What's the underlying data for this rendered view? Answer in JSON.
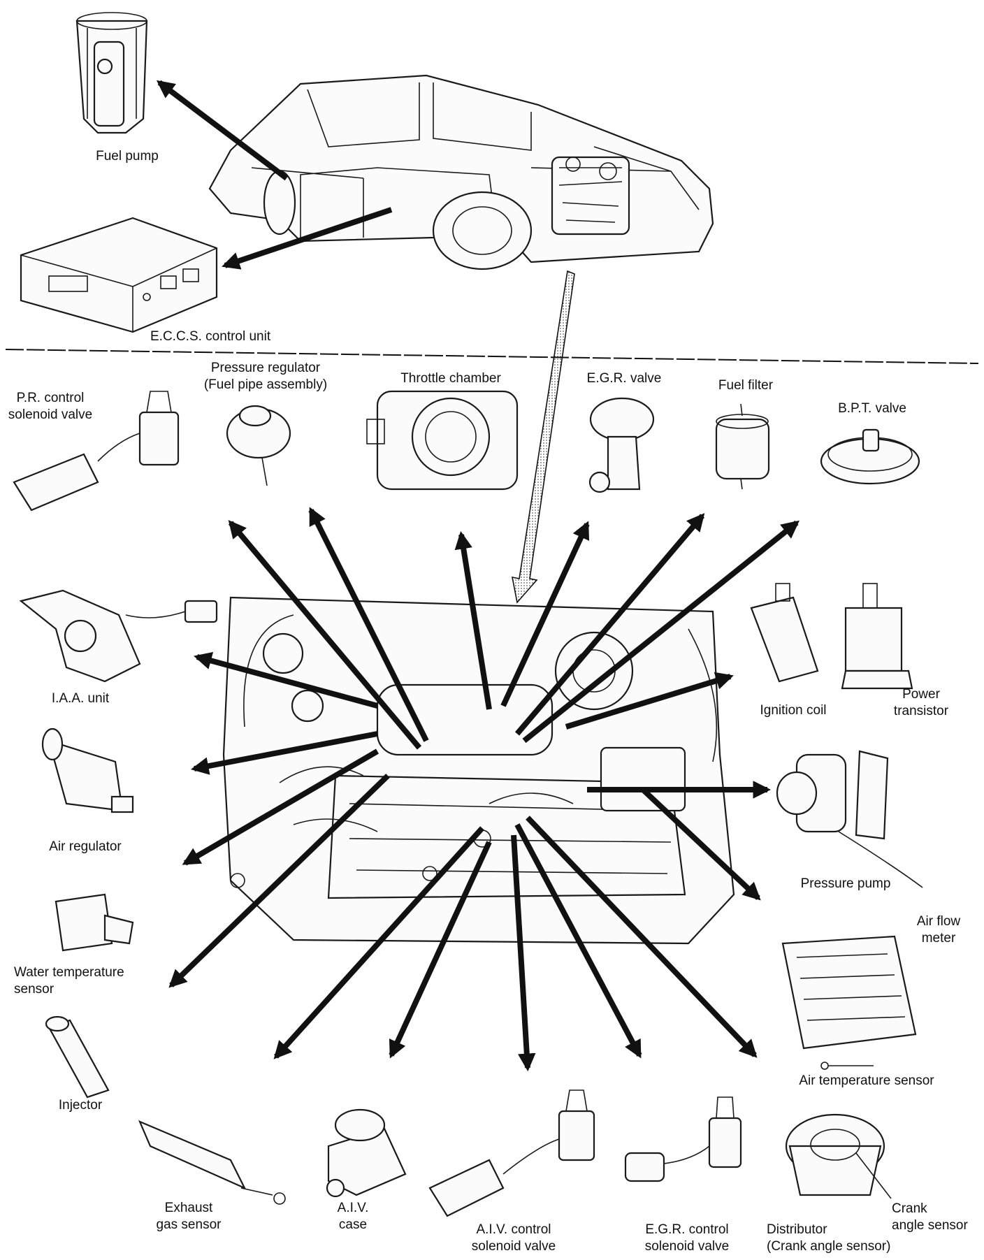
{
  "figure": {
    "top_section": {
      "labels": {
        "fuel_pump": "Fuel pump",
        "eccs_control_unit": "E.C.C.S. control unit"
      }
    },
    "components": {
      "pr_control_solenoid_valve": [
        "P.R. control",
        "solenoid valve"
      ],
      "pressure_regulator": [
        "Pressure regulator",
        "(Fuel pipe assembly)"
      ],
      "throttle_chamber": "Throttle chamber",
      "egr_valve": "E.G.R. valve",
      "fuel_filter": "Fuel filter",
      "bpt_valve": "B.P.T. valve",
      "iaa_unit": "I.A.A. unit",
      "ignition_coil": "Ignition coil",
      "power_transistor": [
        "Power",
        "transistor"
      ],
      "air_regulator": "Air regulator",
      "pressure_pump": "Pressure pump",
      "air_flow_meter": [
        "Air flow",
        "meter"
      ],
      "water_temperature_sensor": [
        "Water temperature",
        "sensor"
      ],
      "injector": "Injector",
      "air_temperature_sensor": "Air temperature sensor",
      "exhaust_gas_sensor": [
        "Exhaust",
        "gas sensor"
      ],
      "aiv_case": [
        "A.I.V.",
        "case"
      ],
      "aiv_control_solenoid_valve": [
        "A.I.V. control",
        "solenoid valve"
      ],
      "egr_control_solenoid_valve": [
        "E.G.R. control",
        "solenoid valve"
      ],
      "distributor": [
        "Distributor",
        "(Crank angle sensor)"
      ],
      "crank_angle_sensor": [
        "Crank",
        "angle sensor"
      ]
    }
  }
}
